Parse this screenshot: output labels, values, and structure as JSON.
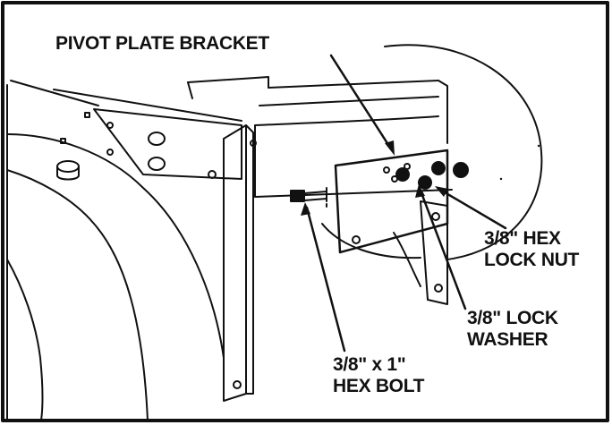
{
  "diagram": {
    "labels": {
      "pivot_plate_bracket": "PIVOT PLATE BRACKET",
      "hex_lock_nut": [
        "3/8\" HEX",
        "LOCK NUT"
      ],
      "lock_washer": [
        "3/8\" LOCK",
        "WASHER"
      ],
      "hex_bolt": [
        "3/8\" x 1\"",
        "HEX BOLT"
      ]
    },
    "colors": {
      "line": "#111111",
      "background": "#ffffff"
    }
  }
}
